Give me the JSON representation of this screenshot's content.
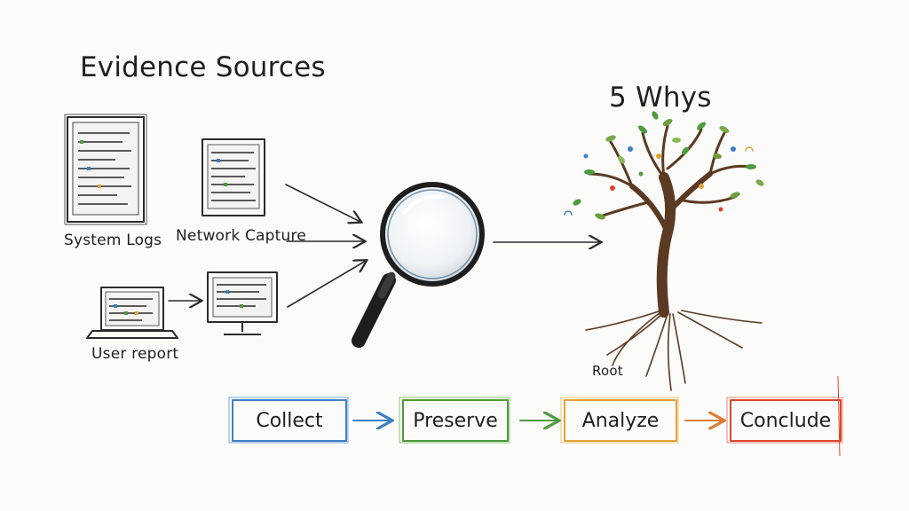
{
  "title": "Evidence Sources",
  "sources": {
    "system_logs": "System Logs",
    "network_capture": "Network Capture",
    "user_report": "User report"
  },
  "analysis": {
    "method": "5 Whys",
    "root_label": "Root"
  },
  "steps": [
    {
      "label": "Collect",
      "color": "#3f7fc4"
    },
    {
      "label": "Preserve",
      "color": "#4e9a3e"
    },
    {
      "label": "Analyze",
      "color": "#e3a13a"
    },
    {
      "label": "Conclude",
      "color": "#d9472f"
    }
  ],
  "arrow_colors": [
    "#3f7fc4",
    "#4e9a3e",
    "#e07a30"
  ]
}
